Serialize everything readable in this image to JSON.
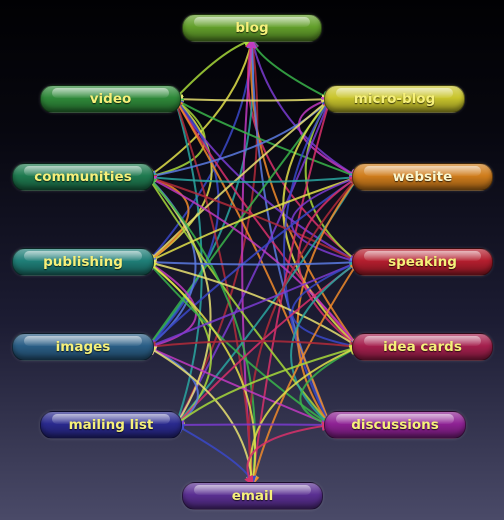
{
  "diagram": {
    "nodes": [
      {
        "id": "blog",
        "label": "blog",
        "color": "#63a02b"
      },
      {
        "id": "video",
        "label": "video",
        "color": "#2f8a3a"
      },
      {
        "id": "micro-blog",
        "label": "micro-blog",
        "color": "#c9c52c"
      },
      {
        "id": "communities",
        "label": "communities",
        "color": "#1f7a50"
      },
      {
        "id": "website",
        "label": "website",
        "color": "#d07d1c"
      },
      {
        "id": "publishing",
        "label": "publishing",
        "color": "#1f7e77"
      },
      {
        "id": "speaking",
        "label": "speaking",
        "color": "#b41e2e"
      },
      {
        "id": "images",
        "label": "images",
        "color": "#2a5e86"
      },
      {
        "id": "idea-cards",
        "label": "idea cards",
        "color": "#a5204e"
      },
      {
        "id": "mailing-list",
        "label": "mailing list",
        "color": "#2a2a8e"
      },
      {
        "id": "discussions",
        "label": "discussions",
        "color": "#8e2294"
      },
      {
        "id": "email",
        "label": "email",
        "color": "#5a2f92"
      }
    ]
  }
}
